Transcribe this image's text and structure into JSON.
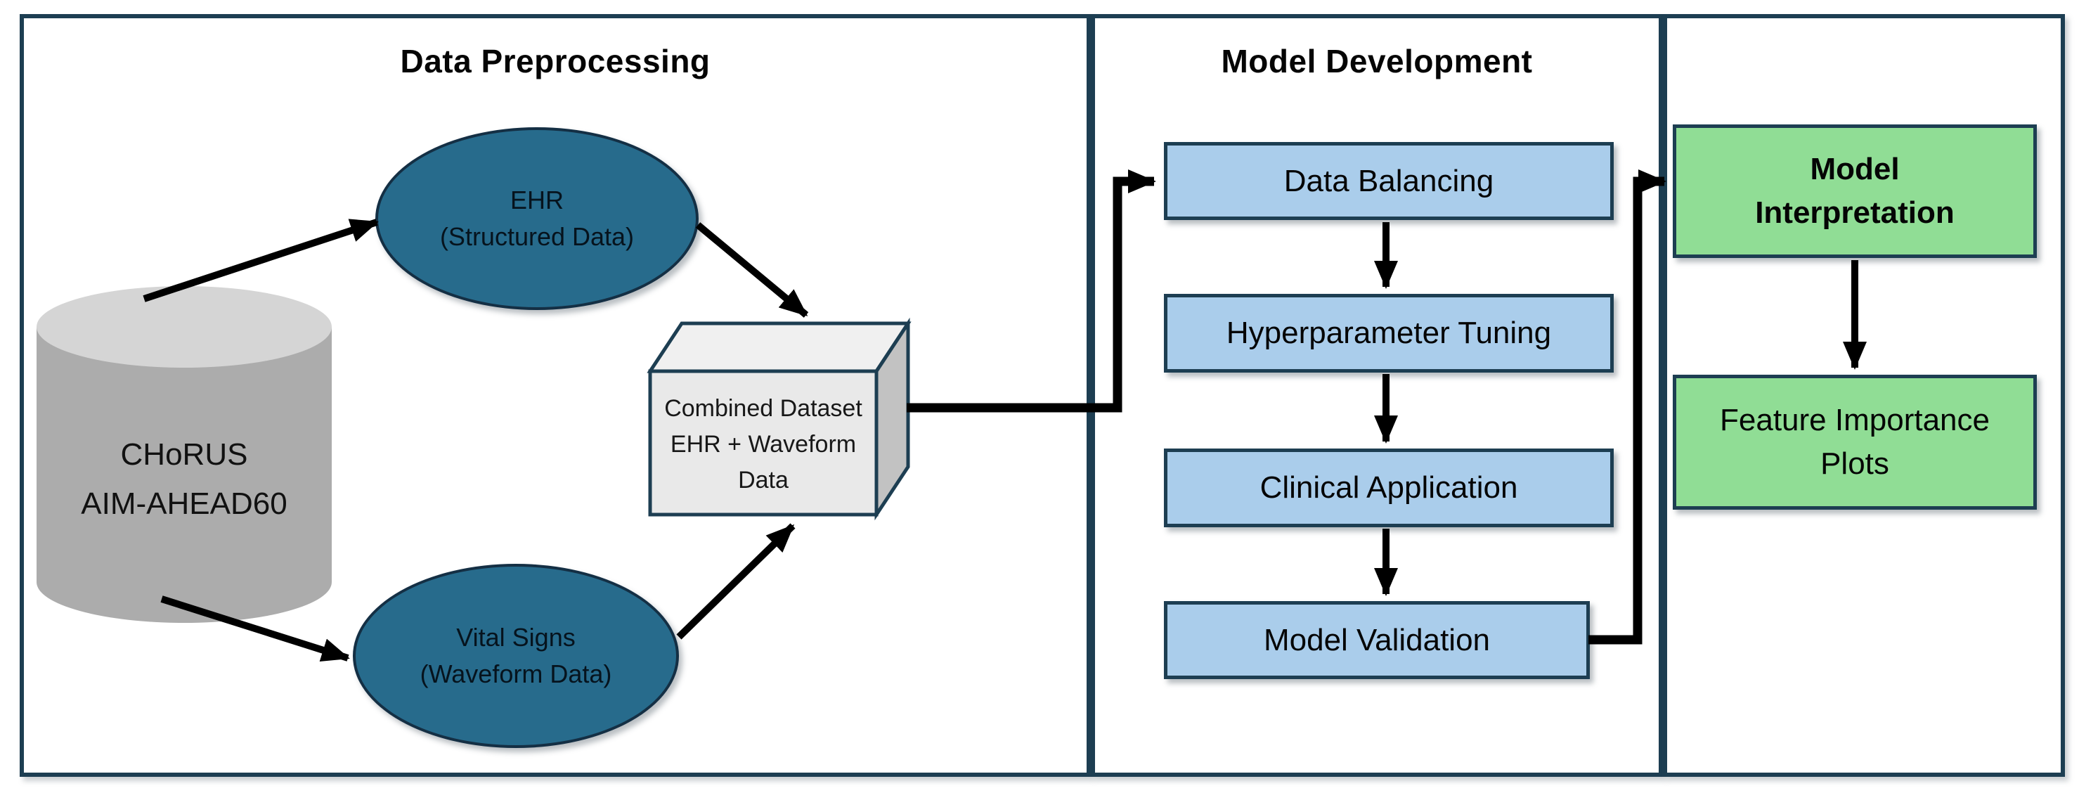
{
  "sections": {
    "preprocessing": {
      "title": "Data Preprocessing"
    },
    "development": {
      "title": "Model Development"
    }
  },
  "nodes": {
    "source": {
      "shape": "database-cylinder",
      "line1": "CHoRUS",
      "line2": "AIM-AHEAD60"
    },
    "ehr": {
      "shape": "ellipse",
      "line1": "EHR",
      "line2": "(Structured Data)"
    },
    "vitals": {
      "shape": "ellipse",
      "line1": "Vital Signs",
      "line2": "(Waveform Data)"
    },
    "combined": {
      "shape": "cube-3d",
      "line1": "Combined Dataset",
      "line2": "EHR + Waveform",
      "line3": "Data"
    },
    "balancing": {
      "shape": "rect",
      "label": "Data Balancing"
    },
    "tuning": {
      "shape": "rect",
      "label": "Hyperparameter Tuning"
    },
    "clinical": {
      "shape": "rect",
      "label": "Clinical Application"
    },
    "validation": {
      "shape": "rect",
      "label": "Model Validation"
    },
    "interpretation": {
      "shape": "rect",
      "line1": "Model",
      "line2": "Interpretation"
    },
    "importance": {
      "shape": "rect",
      "line1": "Feature Importance",
      "line2": "Plots"
    }
  },
  "edges": [
    {
      "from": "source",
      "to": "ehr"
    },
    {
      "from": "source",
      "to": "vitals"
    },
    {
      "from": "ehr",
      "to": "combined"
    },
    {
      "from": "vitals",
      "to": "combined"
    },
    {
      "from": "combined",
      "to": "balancing"
    },
    {
      "from": "balancing",
      "to": "tuning"
    },
    {
      "from": "tuning",
      "to": "clinical"
    },
    {
      "from": "clinical",
      "to": "validation"
    },
    {
      "from": "validation",
      "to": "interpretation"
    },
    {
      "from": "interpretation",
      "to": "importance"
    }
  ],
  "colors": {
    "panel_border": "#1d3e52",
    "ellipse_fill": "#276b8c",
    "ellipse_border": "#142f44",
    "blue_box_fill": "#aacdeb",
    "green_box_fill": "#90dd95",
    "cylinder_body": "#acacac",
    "cylinder_top": "#d5d5d5",
    "cube_front": "#e9e9e9",
    "cube_top": "#f0f0f0",
    "cube_side": "#c2c2c2",
    "arrow": "#000000"
  }
}
